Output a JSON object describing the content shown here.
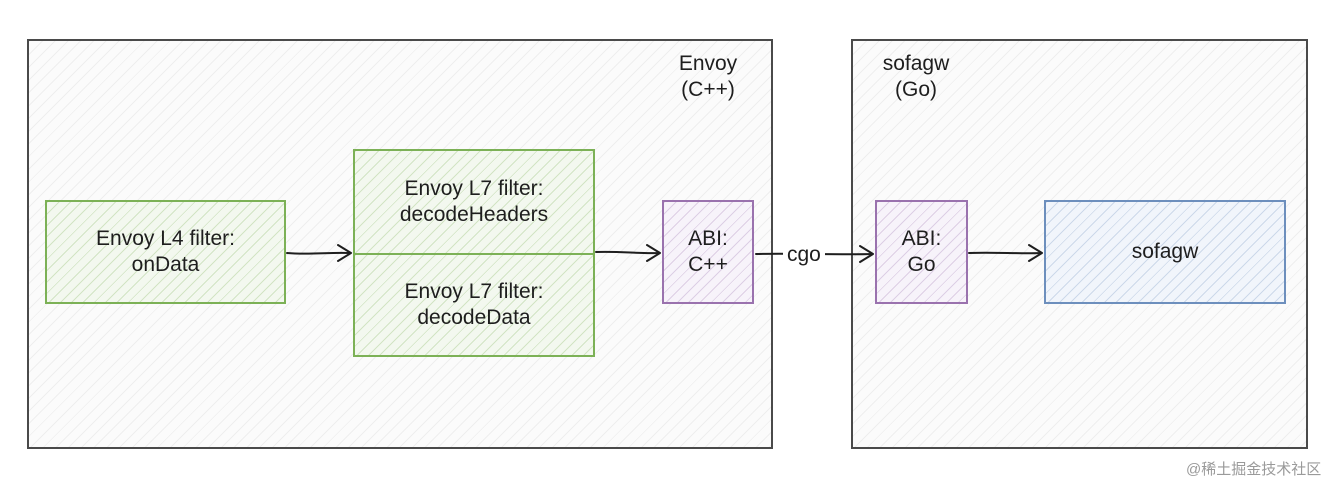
{
  "containers": {
    "envoy": {
      "line1": "Envoy",
      "line2": "(C++)"
    },
    "sofagw": {
      "line1": "sofagw",
      "line2": "(Go)"
    }
  },
  "boxes": {
    "l4_filter": {
      "line1": "Envoy L4 filter:",
      "line2": "onData"
    },
    "l7_headers": {
      "line1": "Envoy L7 filter:",
      "line2": "decodeHeaders"
    },
    "l7_data": {
      "line1": "Envoy L7 filter:",
      "line2": "decodeData"
    },
    "abi_cpp": {
      "line1": "ABI:",
      "line2": "C++"
    },
    "abi_go": {
      "line1": "ABI:",
      "line2": "Go"
    },
    "sofagw": {
      "text": "sofagw"
    }
  },
  "edges": {
    "cgo_label": "cgo"
  },
  "watermark": "@稀土掘金技术社区",
  "colors": {
    "green": "#7cb156",
    "purple": "#9a72ae",
    "blue": "#6d8fbd",
    "border": "#4a4a4a"
  }
}
